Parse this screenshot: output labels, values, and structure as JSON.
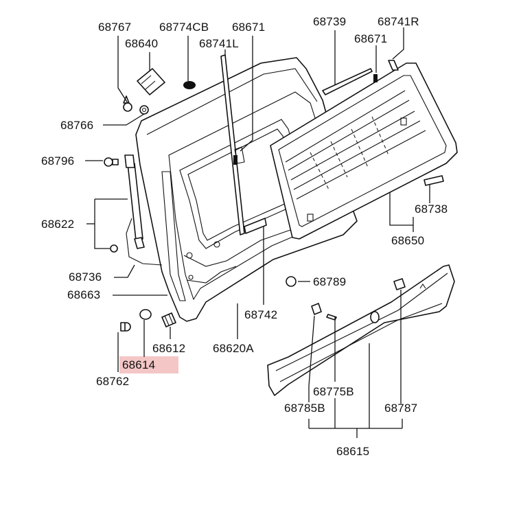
{
  "highlighted_part": "68614",
  "labels": {
    "l68767": "68767",
    "l68774cb": "68774CB",
    "l68671a": "68671",
    "l68739": "68739",
    "l68741r": "68741R",
    "l68640": "68640",
    "l68741l": "68741L",
    "l68671b": "68671",
    "l68766": "68766",
    "l68796": "68796",
    "l68622": "68622",
    "l68738": "68738",
    "l68650": "68650",
    "l68736": "68736",
    "l68789": "68789",
    "l68663": "68663",
    "l68742": "68742",
    "l68612": "68612",
    "l68620a": "68620A",
    "l68614": "68614",
    "l68762": "68762",
    "l68775b": "68775B",
    "l68785b": "68785B",
    "l68787": "68787",
    "l68615": "68615"
  }
}
